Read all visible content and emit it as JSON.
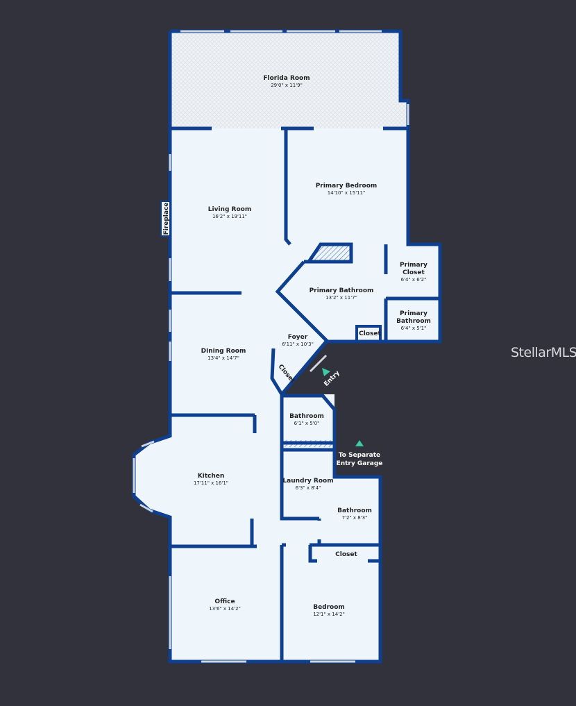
{
  "rooms": {
    "florida": {
      "name": "Florida Room",
      "dim": "29'0\" x 11'9\""
    },
    "primary_bedroom": {
      "name": "Primary Bedroom",
      "dim": "14'10\" x 15'11\""
    },
    "living": {
      "name": "Living Room",
      "dim": "16'2\" x 19'11\""
    },
    "primary_bath": {
      "name": "Primary Bathroom",
      "dim": "13'2\" x 11'7\""
    },
    "primary_closet": {
      "name_1": "Primary",
      "name_2": "Closet",
      "dim": "6'4\" x 6'2\""
    },
    "primary_bath2": {
      "name_1": "Primary",
      "name_2": "Bathroom",
      "dim": "6'4\" x 5'1\""
    },
    "closet_pb": {
      "name": "Closet"
    },
    "dining": {
      "name": "Dining Room",
      "dim": "13'4\" x 14'7\""
    },
    "foyer": {
      "name": "Foyer",
      "dim": "6'11\" x 10'3\""
    },
    "closet_foyer": {
      "name": "Closet"
    },
    "bathroom1": {
      "name": "Bathroom",
      "dim": "6'1\" x 5'0\""
    },
    "kitchen": {
      "name": "Kitchen",
      "dim": "17'11\" x 16'1\""
    },
    "laundry": {
      "name": "Laundry Room",
      "dim": "6'3\" x 8'4\""
    },
    "bathroom2": {
      "name": "Bathroom",
      "dim": "7'2\" x 8'3\""
    },
    "closet_bed": {
      "name": "Closet"
    },
    "office": {
      "name": "Office",
      "dim": "13'6\" x 14'2\""
    },
    "bedroom": {
      "name": "Bedroom",
      "dim": "12'1\" x 14'2\""
    }
  },
  "labels": {
    "fireplace": "Fireplace",
    "entry": "Entry",
    "garage_1": "To Separate",
    "garage_2": "Entry Garage"
  },
  "watermark": "StellarMLS",
  "colors": {
    "wall": "#0f3f8f",
    "floor": "#eef6fc",
    "background": "#32323c",
    "arrow": "#3ec9a7"
  }
}
